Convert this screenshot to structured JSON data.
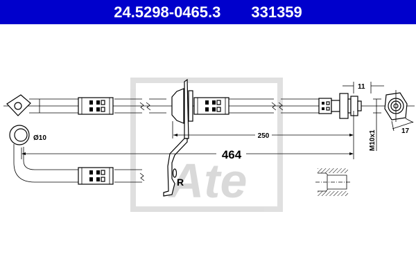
{
  "header": {
    "part_number": "24.5298-0465.3",
    "ref_number": "331359",
    "background_color": "#0000cc"
  },
  "drawing": {
    "dimensions": {
      "overall_length": "464",
      "bracket_distance": "250",
      "hex_width": "11",
      "thread": "M10x1",
      "wrench_size": "17",
      "banjo_diameter": "Ø10"
    },
    "bracket_mark": "R",
    "watermark_logo": "Ate"
  }
}
